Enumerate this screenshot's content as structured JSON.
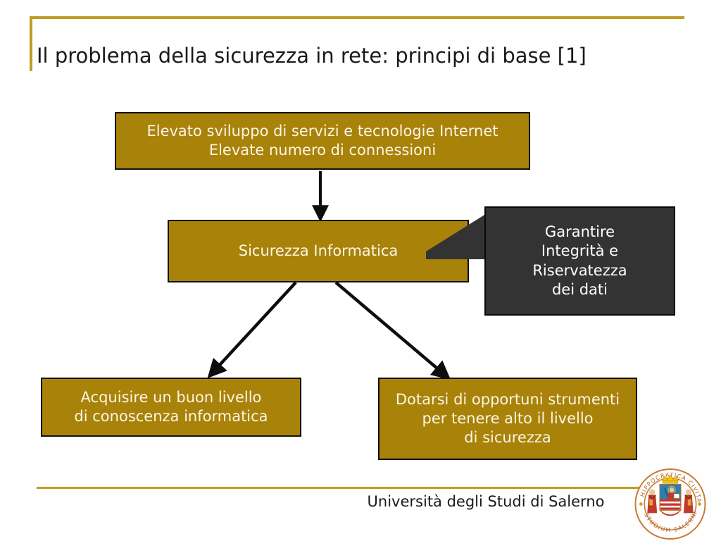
{
  "slide": {
    "title": "Il problema della sicurezza in rete: principi di base [1]",
    "footer": "Università degli Studi di Salerno",
    "logo_name": "university-of-salerno-seal",
    "logo_ring_text_top": "HIPPOCRATICA CIVITAS",
    "logo_ring_text_bottom": "STUDIUM SALERNI"
  },
  "colors": {
    "accent_gold": "#bf9d24",
    "box_gold": "#a9820a",
    "box_dark": "#333333",
    "box_text": "#fbf6e4",
    "callout_text": "#ffffff",
    "outline": "#101010",
    "title_text": "#1a1a1a",
    "background": "#ffffff"
  },
  "diagram": {
    "type": "flowchart",
    "boxes": [
      {
        "id": "top",
        "style": "gold",
        "lines": [
          "Elevato sviluppo di servizi e tecnologie Internet",
          "Elevate numero di connessioni"
        ]
      },
      {
        "id": "middle",
        "style": "gold",
        "lines": [
          "Sicurezza Informatica"
        ]
      },
      {
        "id": "callout",
        "style": "dark",
        "lines": [
          "Garantire",
          "Integrità e",
          "Riservatezza",
          "dei dati"
        ]
      },
      {
        "id": "bottom_left",
        "style": "gold",
        "lines": [
          "Acquisire un buon livello",
          "di conoscenza informatica"
        ]
      },
      {
        "id": "bottom_right",
        "style": "gold",
        "lines": [
          "Dotarsi di opportuni strumenti",
          "per tenere alto il livello",
          "di sicurezza"
        ]
      }
    ],
    "arrows": [
      {
        "id": "top-to-middle",
        "from": "top",
        "to": "middle",
        "direction": "down"
      },
      {
        "id": "middle-to-bottom-left",
        "from": "middle",
        "to": "bottom_left",
        "direction": "down-left"
      },
      {
        "id": "middle-to-bottom-right",
        "from": "middle",
        "to": "bottom_right",
        "direction": "down-right"
      },
      {
        "id": "callout-pointer",
        "from": "callout",
        "to": "middle",
        "direction": "left"
      }
    ]
  }
}
